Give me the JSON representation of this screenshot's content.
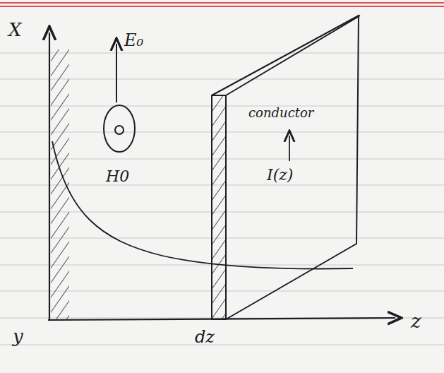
{
  "diagram": {
    "labels": [
      "X",
      "E₀",
      "H0",
      "conductor",
      "I(z)",
      "y",
      "dz",
      "z"
    ]
  }
}
